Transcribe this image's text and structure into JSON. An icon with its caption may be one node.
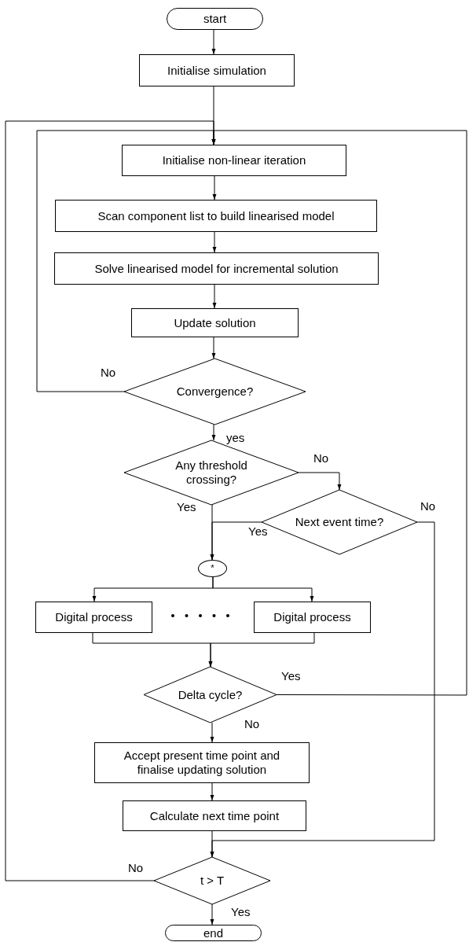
{
  "diagram": {
    "nodes": [
      {
        "text": [
          "start"
        ]
      },
      {
        "text": [
          "Initialise simulation"
        ]
      },
      {
        "text": [
          "Initialise non-linear iteration"
        ]
      },
      {
        "text": [
          "Scan component list to build linearised model"
        ]
      },
      {
        "text": [
          "Solve linearised model for incremental solution"
        ]
      },
      {
        "text": [
          "Update solution"
        ]
      },
      {
        "text": [
          "Convergence?"
        ]
      },
      {
        "text": [
          "Any threshold crossing?"
        ]
      },
      {
        "text": [
          "Next event time?"
        ]
      },
      {
        "text": [
          "*"
        ]
      },
      {
        "text": [
          "Digital process"
        ]
      },
      {
        "text": [
          "Digital process"
        ]
      },
      {
        "text": [
          "Delta cycle?"
        ]
      },
      {
        "text": [
          "Accept present time point and finalise updating solution"
        ]
      },
      {
        "text": [
          "Calculate next time point"
        ]
      },
      {
        "text": [
          "t > T"
        ]
      },
      {
        "text": [
          "end"
        ]
      }
    ],
    "edges": [
      {
        "from": 0,
        "to": 1,
        "arrow": "to"
      },
      {
        "from": 1,
        "to": 2,
        "arrow": "to"
      },
      {
        "from": 2,
        "to": 3,
        "arrow": "to"
      },
      {
        "from": 3,
        "to": 4,
        "arrow": "to"
      },
      {
        "from": 4,
        "to": 5,
        "arrow": "to"
      },
      {
        "from": 5,
        "to": 6,
        "arrow": "to"
      },
      {
        "from": 6,
        "to": 2,
        "arrow": "to",
        "label": "No"
      },
      {
        "from": 6,
        "to": 7,
        "arrow": "to",
        "label": "yes"
      },
      {
        "from": 7,
        "to": 8,
        "arrow": "to",
        "label": "No"
      },
      {
        "from": 7,
        "to": 9,
        "arrow": "to",
        "label": "Yes"
      },
      {
        "from": 8,
        "to": 9,
        "arrow": "to",
        "label": "Yes"
      },
      {
        "from": 8,
        "to": 15,
        "arrow": "to",
        "label": "No"
      },
      {
        "from": 9,
        "to": 10,
        "arrow": "to"
      },
      {
        "from": 9,
        "to": 11,
        "arrow": "to"
      },
      {
        "from": 10,
        "to": 12,
        "arrow": "to"
      },
      {
        "from": 11,
        "to": 12,
        "arrow": "to"
      },
      {
        "from": 12,
        "to": 2,
        "arrow": "to",
        "label": "Yes"
      },
      {
        "from": 12,
        "to": 13,
        "arrow": "to",
        "label": "No"
      },
      {
        "from": 13,
        "to": 14,
        "arrow": "to"
      },
      {
        "from": 14,
        "to": 15,
        "arrow": "to"
      },
      {
        "from": 15,
        "to": 2,
        "arrow": "to",
        "label": "No"
      },
      {
        "from": 15,
        "to": 16,
        "arrow": "to",
        "label": "Yes"
      }
    ]
  }
}
